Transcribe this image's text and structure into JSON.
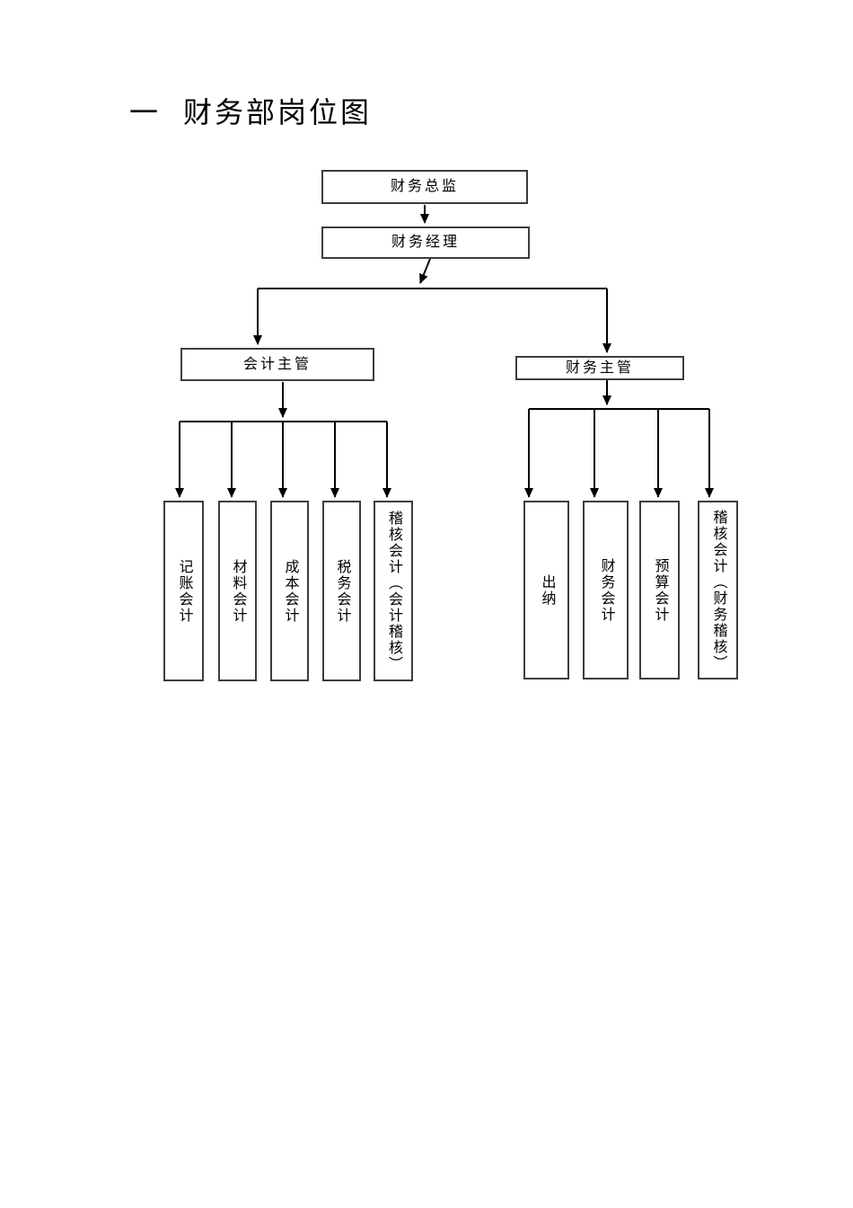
{
  "page": {
    "title": "一 财务部岗位图"
  },
  "chart": {
    "type": "org-chart",
    "director": "财务总监",
    "manager": "财务经理",
    "branches": [
      {
        "supervisor": "会计主管",
        "positions": [
          "记账会计",
          "材料会计",
          "成本会计",
          "税务会计",
          "稽核会计（会计稽核）"
        ]
      },
      {
        "supervisor": "财务主管",
        "positions": [
          "出纳",
          "财务会计",
          "预算会计",
          "稽核会计（财务稽核）"
        ]
      }
    ]
  },
  "colors": {
    "background": "#ffffff",
    "line": "#000000",
    "box_border": "#3d3d3d",
    "text": "#000000"
  }
}
